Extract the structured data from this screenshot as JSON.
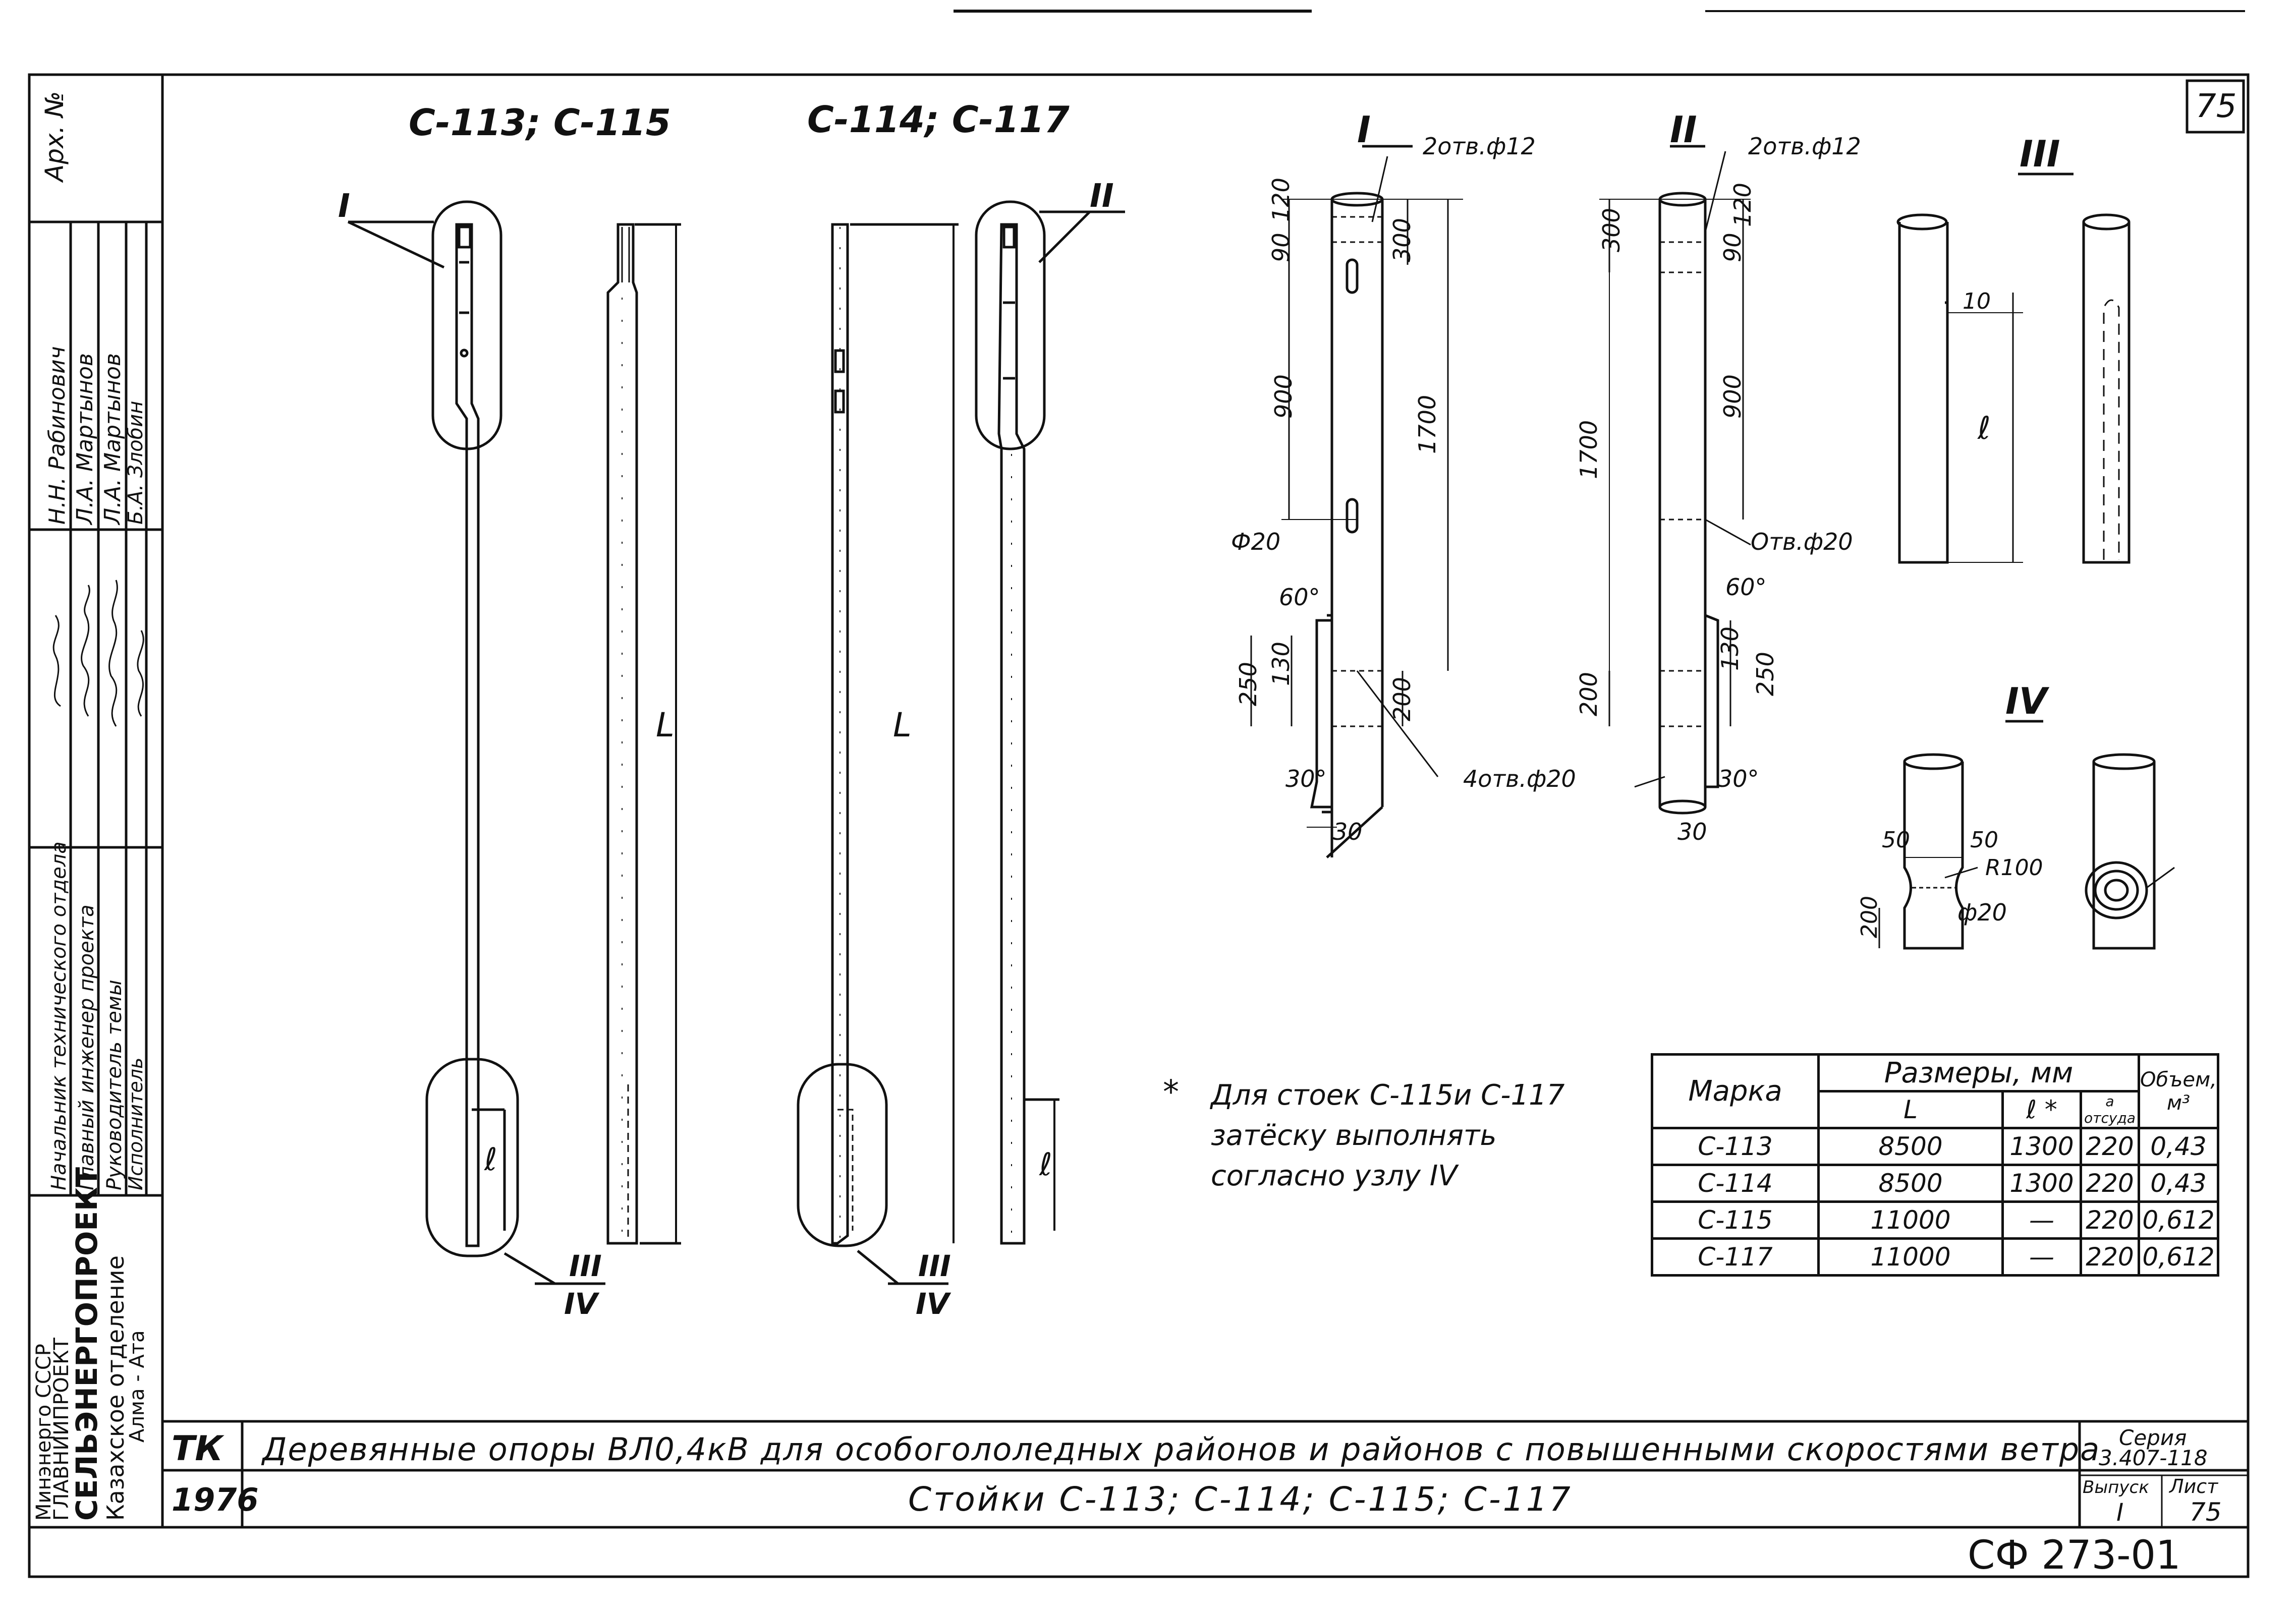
{
  "sheet": {
    "page_number": "75",
    "archive_label": "Арх. №",
    "archive_code": "СФ 273-01"
  },
  "views": {
    "left_group_label": "С-113; С-115",
    "right_group_label": "С-114; С-117",
    "node_I": "I",
    "node_II": "II",
    "node_III": "III",
    "node_IV": "IV",
    "length_L": "L",
    "length_l": "ℓ"
  },
  "detail_I": {
    "holes_top": "2отв.ф12",
    "d120": "120",
    "d90": "90",
    "d300": "300",
    "d900": "900",
    "d1700": "1700",
    "hole20": "Ф20",
    "angle60": "60°",
    "d130": "130",
    "d250": "250",
    "d200": "200",
    "angle30": "30°",
    "w30": "30"
  },
  "detail_II": {
    "holes_top": "2отв.ф12",
    "d300": "300",
    "d90": "90",
    "d120": "120",
    "d900": "900",
    "d1700": "1700",
    "hole20": "Отв.ф20",
    "angle60": "60°",
    "d130": "130",
    "d250": "250",
    "d200": "200",
    "angle30": "30°",
    "w30": "30"
  },
  "common_holes": "4отв.ф20",
  "detail_III": {
    "d10": "10",
    "l": "ℓ"
  },
  "detail_IV": {
    "d50a": "50",
    "d50b": "50",
    "r100": "R100",
    "d200": "200",
    "hole20": "ф20"
  },
  "note": {
    "star": "*",
    "line1": "Для стоек С-115и С-117",
    "line2": "затёску выполнять",
    "line3": "согласно узлу IV"
  },
  "table": {
    "col_mark": "Марка",
    "col_sizes": "Размеры, мм",
    "col_volume": "Объем, м³",
    "col_L": "L",
    "col_l": "ℓ *",
    "col_a": "а отсуда",
    "rows": [
      {
        "mark": "С-113",
        "L": "8500",
        "l": "1300",
        "a": "220",
        "v": "0,43"
      },
      {
        "mark": "С-114",
        "L": "8500",
        "l": "1300",
        "a": "220",
        "v": "0,43"
      },
      {
        "mark": "С-115",
        "L": "11000",
        "l": "—",
        "a": "220",
        "v": "0,612"
      },
      {
        "mark": "С-117",
        "L": "11000",
        "l": "—",
        "a": "220",
        "v": "0,612"
      }
    ]
  },
  "stamp": {
    "ministry1": "Минэнерго СССР",
    "ministry2": "ГЛАВНИИПРОЕКТ",
    "org": "СЕЛЬЭНЕРГОПРОЕКТ",
    "branch1": "Казахское отделение",
    "branch2": "Алма - Ата",
    "role1": "Начальник технического отдела",
    "role2": "Главный инженер проекта",
    "role3": "Руководитель темы",
    "role4": "Исполнитель",
    "name1": "Н.Н. Рабинович",
    "name2": "Л.А. Мартынов",
    "name3": "Л.А. Мартынов",
    "name4": "Б.А. Злобин",
    "tk": "ТК",
    "year": "1976",
    "title_main": "Деревянные опоры ВЛ0,4кВ для особогололедных районов и районов с повышенными скоростями ветра",
    "title_sub": "Стойки С-113; С-114; С-115; С-117",
    "series_label": "Серия",
    "series_value": "3.407-118",
    "issue_label": "Выпуск",
    "issue_value": "I",
    "sheet_label": "Лист",
    "sheet_value": "75"
  }
}
